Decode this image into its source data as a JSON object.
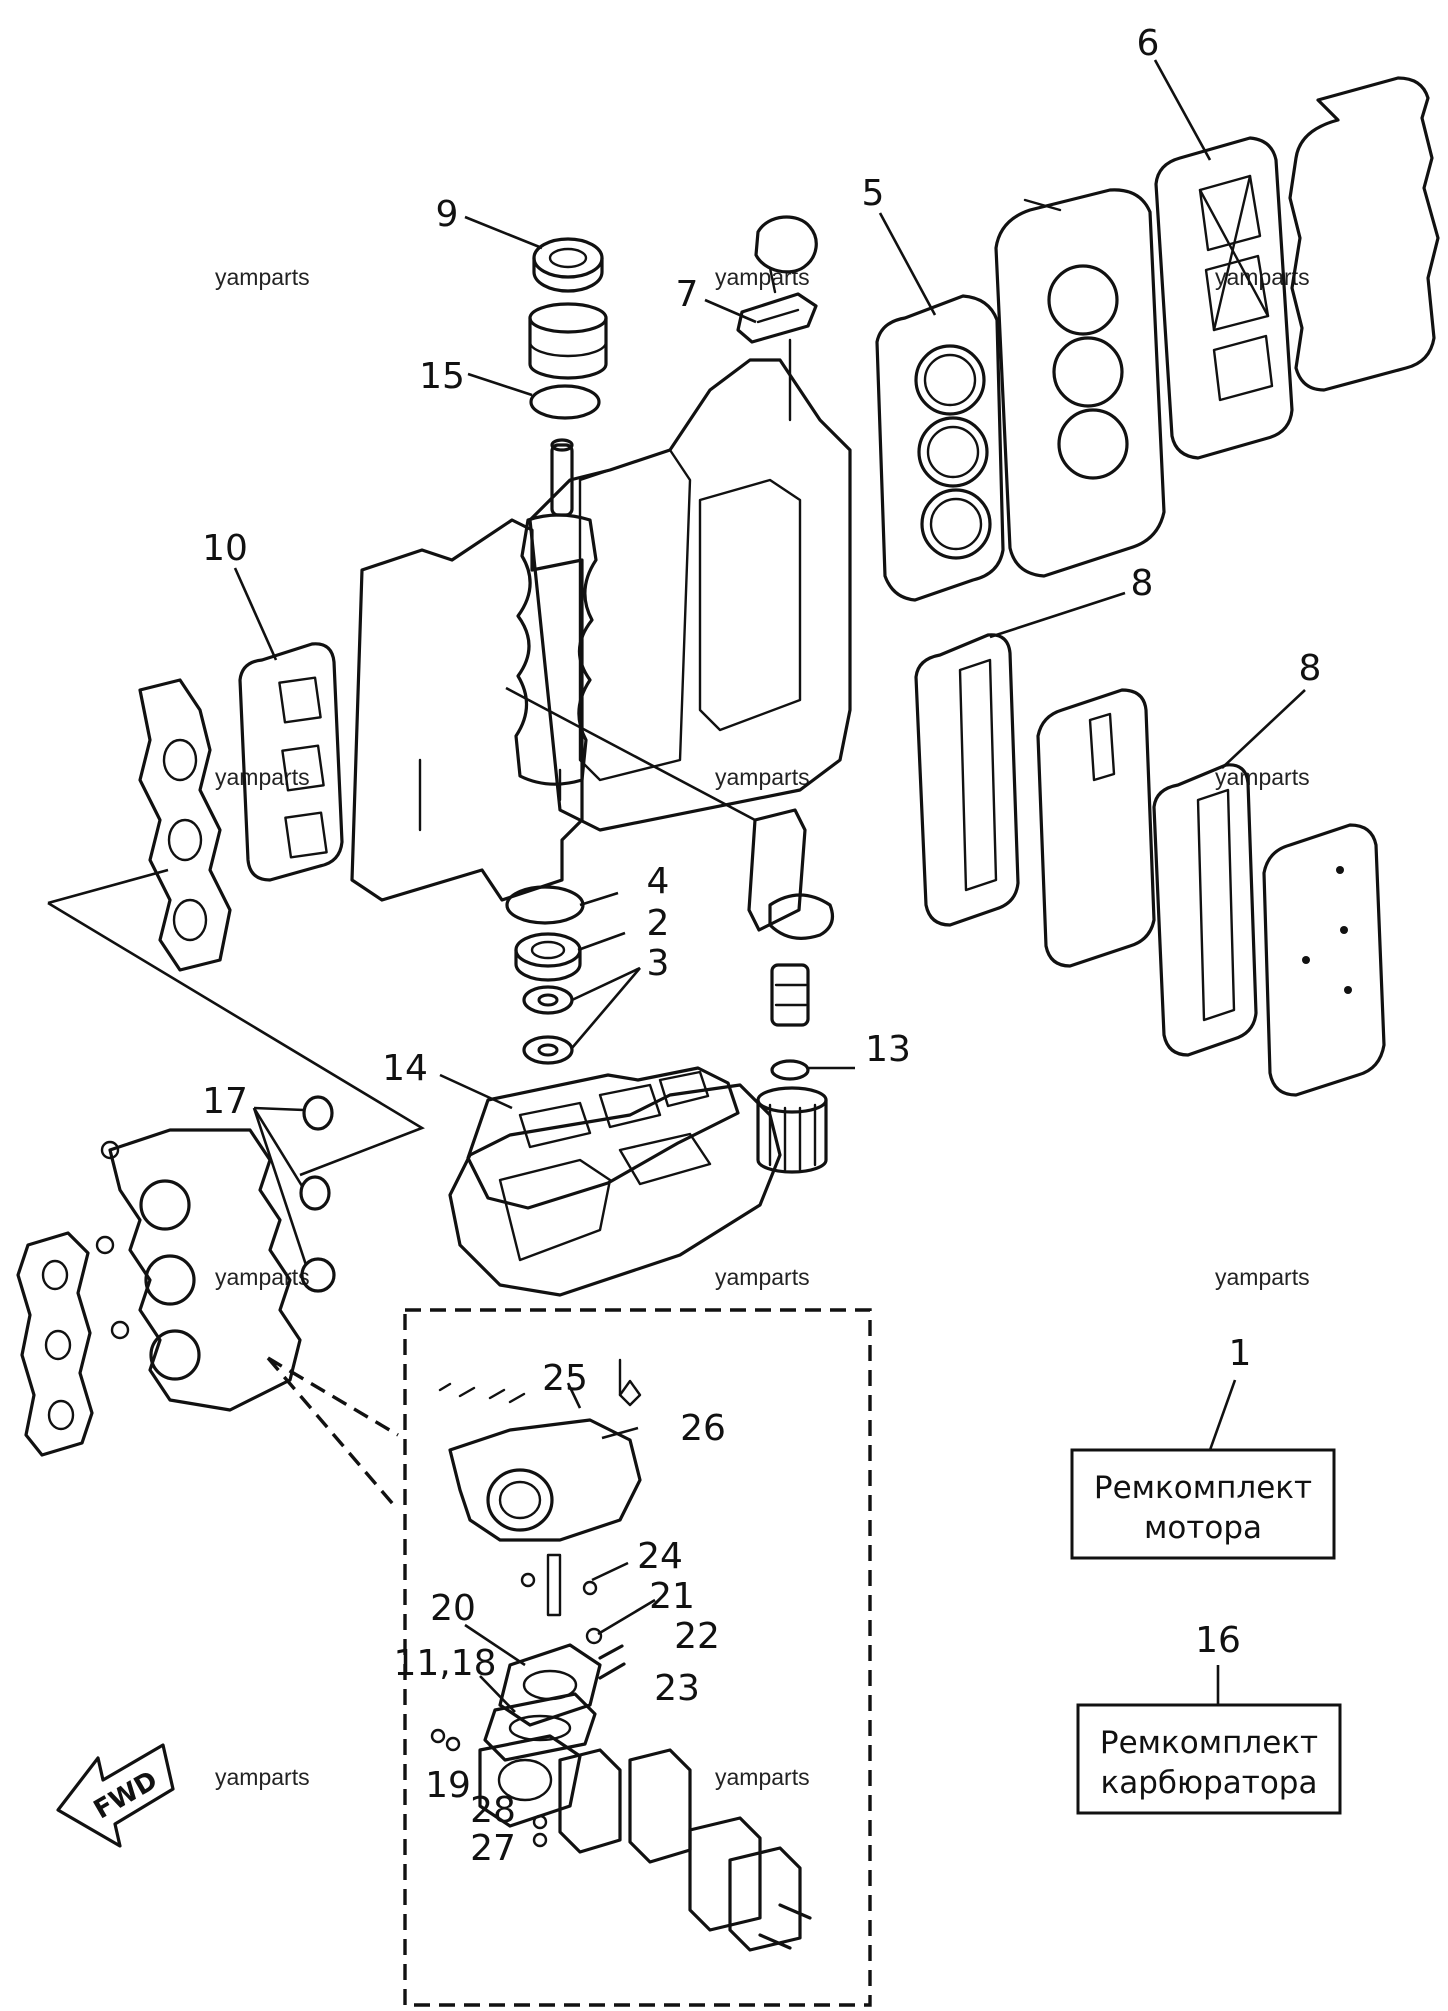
{
  "watermark": "yamparts",
  "callouts": {
    "c1": "1",
    "c2": "2",
    "c3": "3",
    "c4": "4",
    "c5": "5",
    "c6": "6",
    "c7": "7",
    "c8a": "8",
    "c8b": "8",
    "c9": "9",
    "c10": "10",
    "c13": "13",
    "c14": "14",
    "c15": "15",
    "c16": "16",
    "c17": "17",
    "c19": "19",
    "c20": "20",
    "c11_18": "11,18",
    "c21": "21",
    "c22": "22",
    "c23": "23",
    "c24": "24",
    "c25": "25",
    "c26": "26",
    "c27": "27",
    "c28": "28"
  },
  "kits": {
    "motor": {
      "line1": "Ремкомплект",
      "line2": "мотора"
    },
    "carb": {
      "line1": "Ремкомплект",
      "line2": "карбюратора"
    }
  },
  "fwd": "FWD"
}
